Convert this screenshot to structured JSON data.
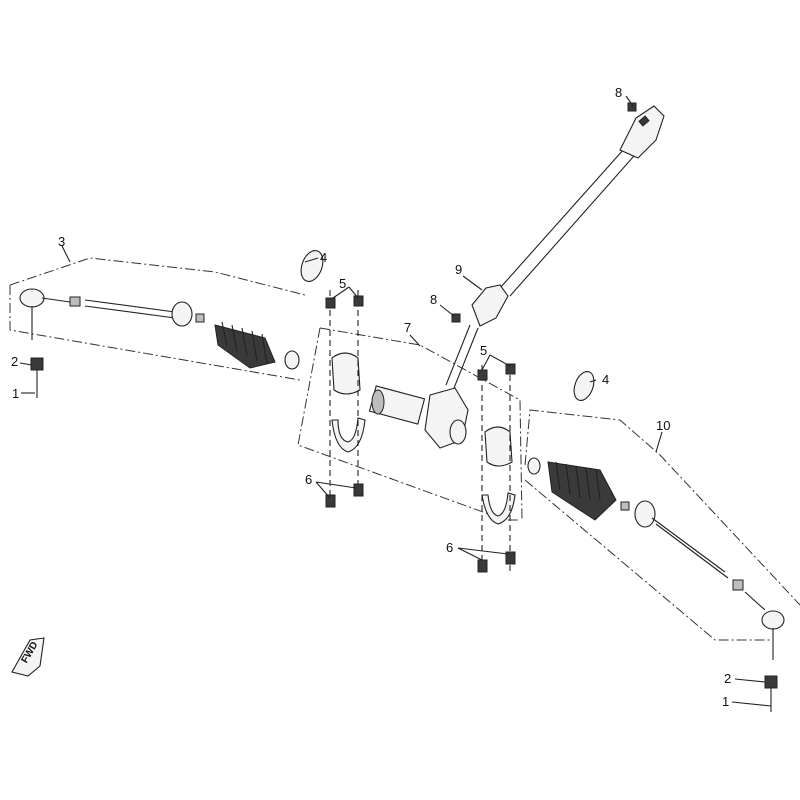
{
  "callouts": {
    "c1_left": "1",
    "c2_left": "2",
    "c3": "3",
    "c4_left": "4",
    "c5_left": "5",
    "c6_left": "6",
    "c7": "7",
    "c8_top": "8",
    "c8_mid": "8",
    "c9": "9",
    "c5_right": "5",
    "c4_right": "4",
    "c10": "10",
    "c6_right": "6",
    "c2_right": "2",
    "c1_right": "1"
  },
  "front_marker": "FWD",
  "colors": {
    "line": "#222222",
    "background": "#ffffff"
  }
}
